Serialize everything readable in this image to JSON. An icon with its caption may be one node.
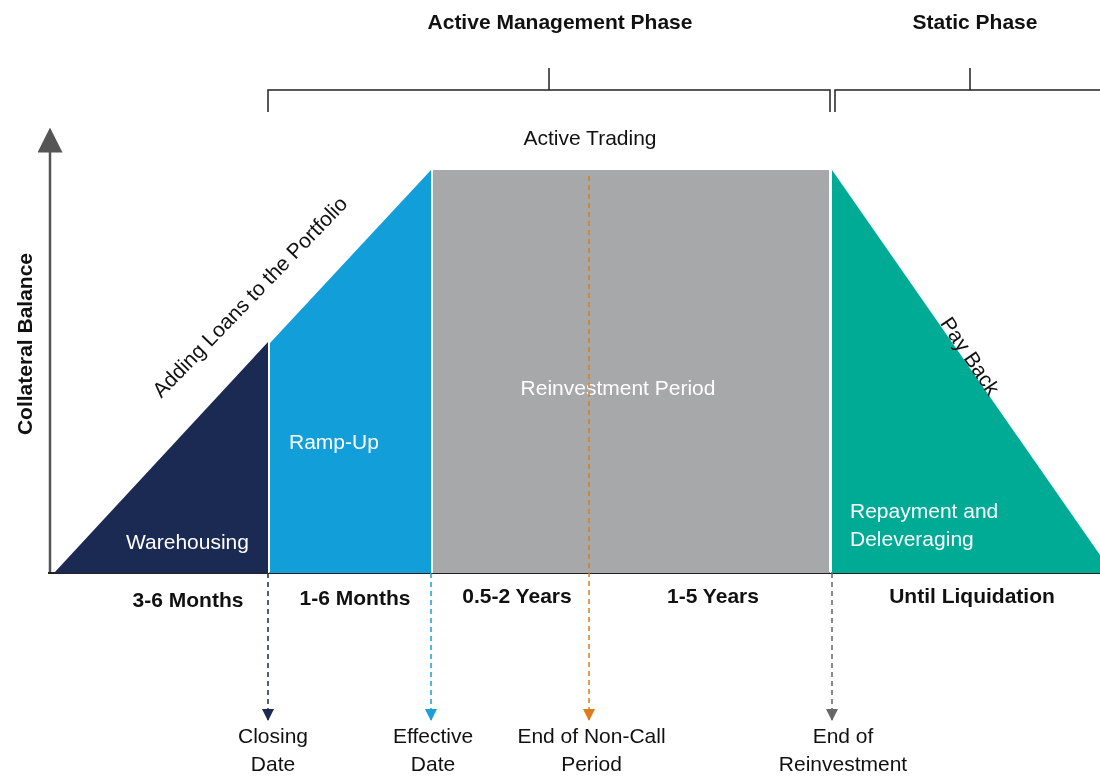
{
  "diagram": {
    "title": "Active Management Phase",
    "nodes": [
      {
        "text": [
          "Warehousing"
        ]
      },
      {
        "text": [
          "Ramp-Up"
        ]
      },
      {
        "text": [
          "Reinvestment Period"
        ]
      },
      {
        "text": [
          "Repayment and Deleveraging"
        ]
      },
      {
        "text": [
          "Closing Date"
        ]
      },
      {
        "text": [
          "Effective Date"
        ]
      },
      {
        "text": [
          "End of Non-Call Period"
        ]
      },
      {
        "text": [
          "End of Reinvestment Period"
        ]
      }
    ],
    "edges": [
      {
        "from": 0,
        "to": 4,
        "arrow": "to",
        "style": "dashed",
        "color": "#1b2a52"
      },
      {
        "from": 1,
        "to": 5,
        "arrow": "to",
        "style": "dashed",
        "color": "#1a9fd9"
      },
      {
        "from": 2,
        "to": 6,
        "arrow": "to",
        "style": "dashed",
        "color": "#e07b1a"
      },
      {
        "from": 3,
        "to": 7,
        "arrow": "to",
        "style": "dashed",
        "color": "#666666"
      }
    ],
    "labels": [
      "Static Phase",
      "Active Trading",
      "Adding Loans to the Portfolio",
      "Pay Back",
      "Collateral Balance",
      "3-6 Months",
      "1-6 Months",
      "0.5-2 Years",
      "1-5 Years",
      "Until Liquidation"
    ]
  }
}
